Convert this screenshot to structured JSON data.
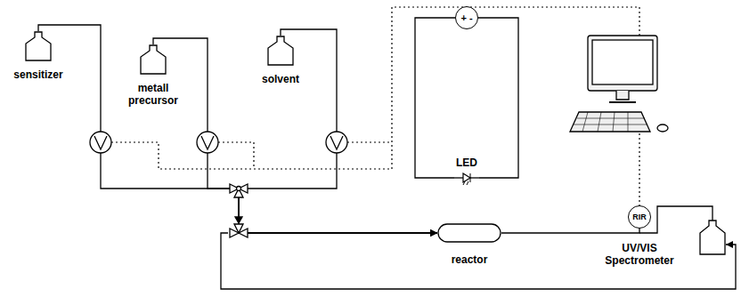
{
  "diagram": {
    "nodes": [
      {
        "text": [
          "sensitizer"
        ]
      },
      {
        "text": [
          "metall precursor"
        ]
      },
      {
        "text": [
          "solvent"
        ]
      },
      {
        "text": [
          "+ -"
        ]
      },
      {
        "text": [
          "LED"
        ]
      },
      {
        "text": [
          "reactor"
        ]
      },
      {
        "text": [
          "RIR"
        ]
      }
    ],
    "edges": [
      {
        "from": 0,
        "to": 5,
        "arrow": "to"
      },
      {
        "from": 1,
        "to": 5,
        "arrow": "to"
      },
      {
        "from": 2,
        "to": 5,
        "arrow": "to"
      },
      {
        "from": 3,
        "to": 4,
        "arrow": "none"
      },
      {
        "from": 5,
        "to": 6,
        "arrow": "none"
      }
    ],
    "labels": [
      "UV/VIS Spectrometer"
    ]
  }
}
